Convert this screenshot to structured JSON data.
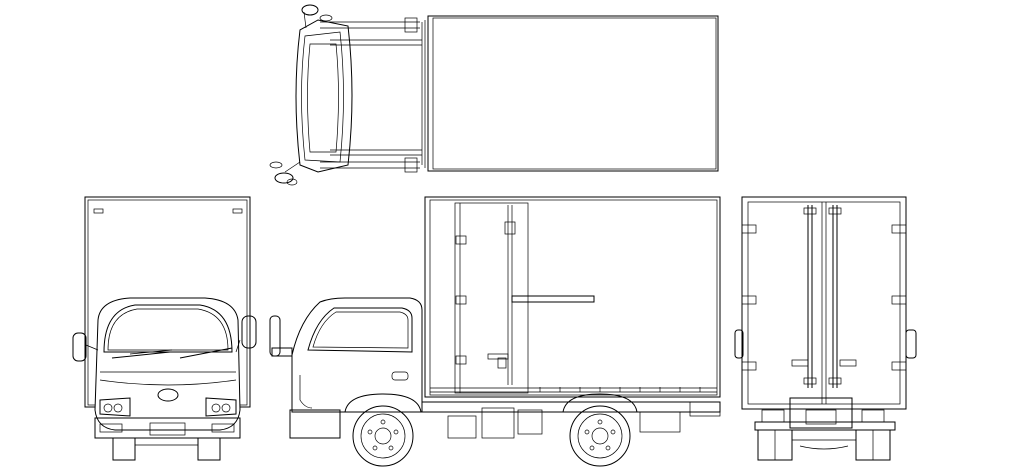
{
  "drawing": {
    "views": [
      {
        "id": "top",
        "icon": "truck-top-view"
      },
      {
        "id": "front",
        "icon": "truck-front-view"
      },
      {
        "id": "side",
        "icon": "truck-side-view"
      },
      {
        "id": "rear",
        "icon": "truck-rear-view"
      }
    ],
    "line_color": "#000000",
    "background": "#ffffff"
  }
}
